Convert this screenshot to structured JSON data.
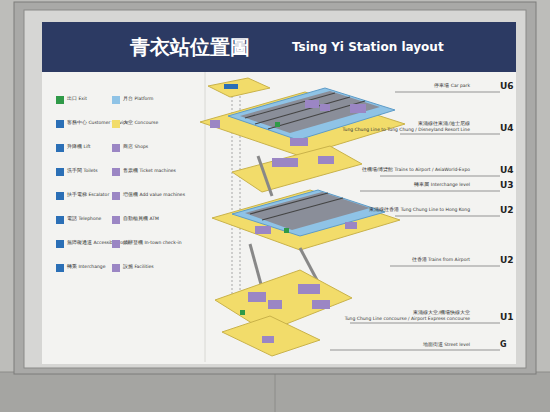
{
  "diagram": {
    "title": "青衣站位置圖",
    "labels": [
      "Tsing Yi Station layout",
      "U6",
      "停車場 Car park",
      "U4",
      "東涌線往東涌/迪士尼線",
      "Tung Chung Line to Tung Chung / Disneyland Resort Line",
      "U4",
      "往機場/博覽館 Trains to Airport / AsiaWorld-Expo",
      "U3",
      "轉車層 Interchange level",
      "U2",
      "東涌線往香港 Tung Chung Line to Hong Kong",
      "U2",
      "往香港 Trains from Airport",
      "U1",
      "東涌線大堂/機場快線大堂",
      "Tung Chung Line concourse / Airport Express concourse",
      "G",
      "地面街道 Street level"
    ],
    "legend": [
      {
        "text": "出口 Exit",
        "color": "#2f9a48"
      },
      {
        "text": "客務中心 Customer Service",
        "color": "#2b6fb6"
      },
      {
        "text": "升降機 Lift",
        "color": "#2b6fb6"
      },
      {
        "text": "洗手間 Toilets",
        "color": "#2b6fb6"
      },
      {
        "text": "扶手電梯 Escalator",
        "color": "#2b6fb6"
      },
      {
        "text": "電話 Telephone",
        "color": "#2b6fb6"
      },
      {
        "text": "無障礙通道 Accessible route",
        "color": "#2b6fb6"
      },
      {
        "text": "轉乘 Interchange",
        "color": "#2b6fb6"
      },
      {
        "text": "月台 Platform",
        "color": "#8fc3e6"
      },
      {
        "text": "大堂 Concourse",
        "color": "#f2dc6a"
      },
      {
        "text": "商店 Shops",
        "color": "#9b86c4"
      },
      {
        "text": "售票機 Ticket machines",
        "color": "#9b86c4"
      },
      {
        "text": "增值機 Add value machines",
        "color": "#9b86c4"
      },
      {
        "text": "自動櫃員機 ATM",
        "color": "#9b86c4"
      },
      {
        "text": "預辦登機 In-town check-in",
        "color": "#9b86c4"
      },
      {
        "text": "設施 Facilities",
        "color": "#9b86c4"
      }
    ]
  }
}
